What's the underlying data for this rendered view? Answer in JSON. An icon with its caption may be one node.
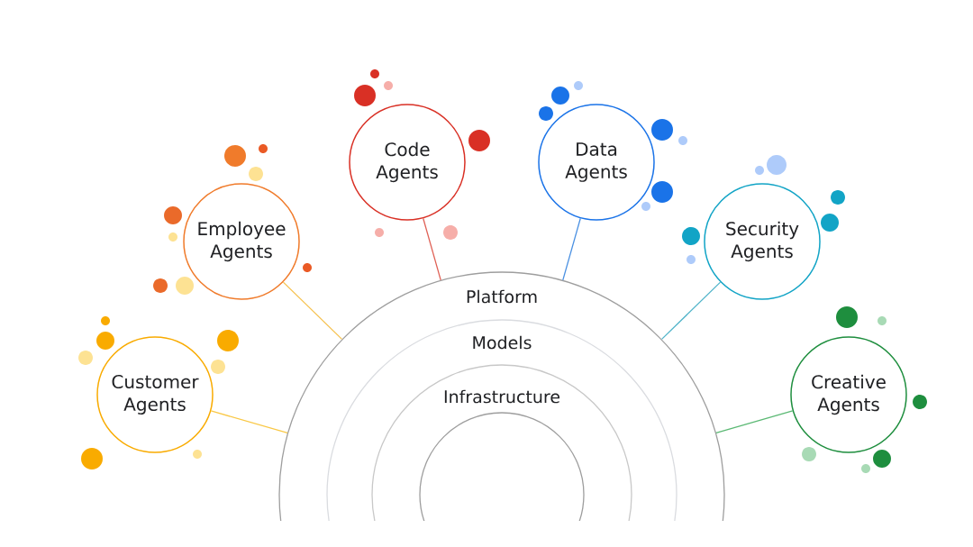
{
  "diagram": {
    "nodes": [
      {
        "text": [
          "Platform"
        ]
      },
      {
        "text": [
          "Models"
        ],
        "in": 0
      },
      {
        "text": [
          "Infrastructure"
        ],
        "in": 1
      },
      {
        "text": [],
        "shape": "circle",
        "in": 2
      },
      {
        "text": [
          "Customer Agents"
        ]
      },
      {
        "text": [
          "Employee Agents"
        ]
      },
      {
        "text": [
          "Code Agents"
        ]
      },
      {
        "text": [
          "Data Agents"
        ]
      },
      {
        "text": [
          "Security Agents"
        ]
      },
      {
        "text": [
          "Creative Agents"
        ]
      }
    ],
    "edges": [
      {
        "from": 4,
        "to": 0,
        "arrow": "none",
        "color": "#f9c846"
      },
      {
        "from": 5,
        "to": 0,
        "arrow": "none",
        "color": "#f6c04a"
      },
      {
        "from": 6,
        "to": 0,
        "arrow": "none",
        "color": "#e06055"
      },
      {
        "from": 7,
        "to": 0,
        "arrow": "none",
        "color": "#4a90e2"
      },
      {
        "from": 8,
        "to": 0,
        "arrow": "none",
        "color": "#4fb3c9"
      },
      {
        "from": 9,
        "to": 0,
        "arrow": "none",
        "color": "#5bb974"
      }
    ]
  }
}
